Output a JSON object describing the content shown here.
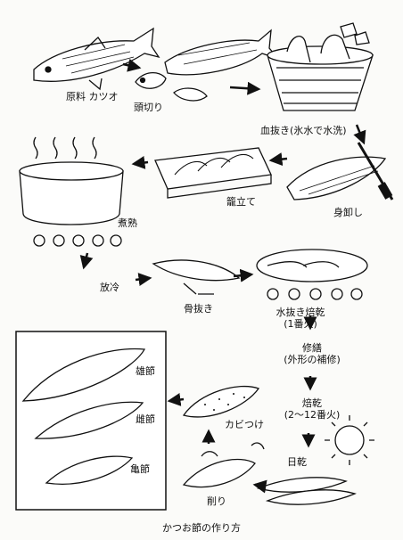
{
  "title": "かつお節の作り方",
  "steps": {
    "raw_fish": "原料 カツオ",
    "head_cut": "頭切り",
    "bleeding": "血抜き(氷水で水洗)",
    "filleting": "身卸し",
    "basket": "籠立て",
    "boiling": "煮熟",
    "cooling": "放冷",
    "deboning": "骨抜き",
    "smoke_first_1": "水抜き焙乾",
    "smoke_first_2": "(1番火)",
    "repair_1": "修繕",
    "repair_2": "(外形の補修)",
    "smoke_dry_1": "焙乾",
    "smoke_dry_2": "(2～12番火)",
    "sun_dry": "日乾",
    "shaving": "削り",
    "mold": "カビつけ"
  },
  "products": {
    "male": "雄節",
    "female": "雌節",
    "turtle": "亀節"
  }
}
